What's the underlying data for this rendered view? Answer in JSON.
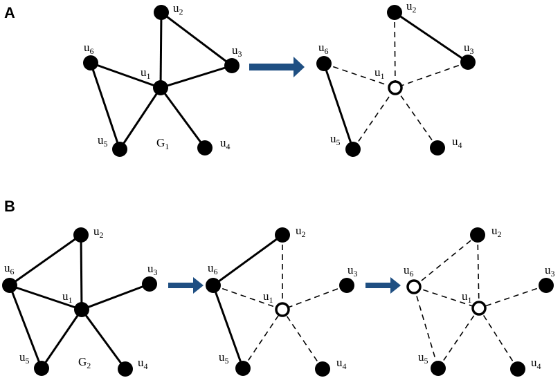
{
  "panels": [
    {
      "label": "A",
      "graphs": [
        {
          "name": "G",
          "name_sub": "1",
          "nodes": [
            {
              "id": "u2",
              "text": "u",
              "sub": "2",
              "state": "filled"
            },
            {
              "id": "u3",
              "text": "u",
              "sub": "3",
              "state": "filled"
            },
            {
              "id": "u6",
              "text": "u",
              "sub": "6",
              "state": "filled"
            },
            {
              "id": "u1",
              "text": "u",
              "sub": "1",
              "state": "filled"
            },
            {
              "id": "u5",
              "text": "u",
              "sub": "5",
              "state": "filled"
            },
            {
              "id": "u4",
              "text": "u",
              "sub": "4",
              "state": "filled"
            }
          ],
          "edges": [
            {
              "from": "u2",
              "to": "u3",
              "style": "solid"
            },
            {
              "from": "u2",
              "to": "u1",
              "style": "solid"
            },
            {
              "from": "u3",
              "to": "u1",
              "style": "solid"
            },
            {
              "from": "u6",
              "to": "u1",
              "style": "solid"
            },
            {
              "from": "u6",
              "to": "u5",
              "style": "solid"
            },
            {
              "from": "u5",
              "to": "u1",
              "style": "solid"
            },
            {
              "from": "u4",
              "to": "u1",
              "style": "solid"
            }
          ]
        },
        {
          "name": "",
          "name_sub": "",
          "nodes": [
            {
              "id": "u2",
              "text": "u",
              "sub": "2",
              "state": "filled"
            },
            {
              "id": "u3",
              "text": "u",
              "sub": "3",
              "state": "filled"
            },
            {
              "id": "u6",
              "text": "u",
              "sub": "6",
              "state": "filled"
            },
            {
              "id": "u1",
              "text": "u",
              "sub": "1",
              "state": "open"
            },
            {
              "id": "u5",
              "text": "u",
              "sub": "5",
              "state": "filled"
            },
            {
              "id": "u4",
              "text": "u",
              "sub": "4",
              "state": "filled"
            }
          ],
          "edges": [
            {
              "from": "u2",
              "to": "u3",
              "style": "solid"
            },
            {
              "from": "u2",
              "to": "u1",
              "style": "dashed"
            },
            {
              "from": "u3",
              "to": "u1",
              "style": "dashed"
            },
            {
              "from": "u6",
              "to": "u1",
              "style": "dashed"
            },
            {
              "from": "u6",
              "to": "u5",
              "style": "solid"
            },
            {
              "from": "u5",
              "to": "u1",
              "style": "dashed"
            },
            {
              "from": "u4",
              "to": "u1",
              "style": "dashed"
            }
          ]
        }
      ]
    },
    {
      "label": "B",
      "graphs": [
        {
          "name": "G",
          "name_sub": "2",
          "nodes": [
            {
              "id": "u2",
              "text": "u",
              "sub": "2",
              "state": "filled"
            },
            {
              "id": "u3",
              "text": "u",
              "sub": "3",
              "state": "filled"
            },
            {
              "id": "u6",
              "text": "u",
              "sub": "6",
              "state": "filled"
            },
            {
              "id": "u1",
              "text": "u",
              "sub": "1",
              "state": "filled"
            },
            {
              "id": "u5",
              "text": "u",
              "sub": "5",
              "state": "filled"
            },
            {
              "id": "u4",
              "text": "u",
              "sub": "4",
              "state": "filled"
            }
          ],
          "edges": [
            {
              "from": "u6",
              "to": "u2",
              "style": "solid"
            },
            {
              "from": "u2",
              "to": "u1",
              "style": "solid"
            },
            {
              "from": "u6",
              "to": "u1",
              "style": "solid"
            },
            {
              "from": "u3",
              "to": "u1",
              "style": "solid"
            },
            {
              "from": "u6",
              "to": "u5",
              "style": "solid"
            },
            {
              "from": "u5",
              "to": "u1",
              "style": "solid"
            },
            {
              "from": "u4",
              "to": "u1",
              "style": "solid"
            }
          ]
        },
        {
          "name": "",
          "name_sub": "",
          "nodes": [
            {
              "id": "u2",
              "text": "u",
              "sub": "2",
              "state": "filled"
            },
            {
              "id": "u3",
              "text": "u",
              "sub": "3",
              "state": "filled"
            },
            {
              "id": "u6",
              "text": "u",
              "sub": "6",
              "state": "filled"
            },
            {
              "id": "u1",
              "text": "u",
              "sub": "1",
              "state": "open"
            },
            {
              "id": "u5",
              "text": "u",
              "sub": "5",
              "state": "filled"
            },
            {
              "id": "u4",
              "text": "u",
              "sub": "4",
              "state": "filled"
            }
          ],
          "edges": [
            {
              "from": "u6",
              "to": "u2",
              "style": "solid"
            },
            {
              "from": "u2",
              "to": "u1",
              "style": "dashed"
            },
            {
              "from": "u6",
              "to": "u1",
              "style": "dashed"
            },
            {
              "from": "u3",
              "to": "u1",
              "style": "dashed"
            },
            {
              "from": "u6",
              "to": "u5",
              "style": "solid"
            },
            {
              "from": "u5",
              "to": "u1",
              "style": "dashed"
            },
            {
              "from": "u4",
              "to": "u1",
              "style": "dashed"
            }
          ]
        },
        {
          "name": "",
          "name_sub": "",
          "nodes": [
            {
              "id": "u2",
              "text": "u",
              "sub": "2",
              "state": "filled"
            },
            {
              "id": "u3",
              "text": "u",
              "sub": "3",
              "state": "filled"
            },
            {
              "id": "u6",
              "text": "u",
              "sub": "6",
              "state": "open"
            },
            {
              "id": "u1",
              "text": "u",
              "sub": "1",
              "state": "open"
            },
            {
              "id": "u5",
              "text": "u",
              "sub": "5",
              "state": "filled"
            },
            {
              "id": "u4",
              "text": "u",
              "sub": "4",
              "state": "filled"
            }
          ],
          "edges": [
            {
              "from": "u6",
              "to": "u2",
              "style": "dashed"
            },
            {
              "from": "u2",
              "to": "u1",
              "style": "dashed"
            },
            {
              "from": "u6",
              "to": "u1",
              "style": "dashed"
            },
            {
              "from": "u3",
              "to": "u1",
              "style": "dashed"
            },
            {
              "from": "u6",
              "to": "u5",
              "style": "dashed"
            },
            {
              "from": "u5",
              "to": "u1",
              "style": "dashed"
            },
            {
              "from": "u4",
              "to": "u1",
              "style": "dashed"
            }
          ]
        }
      ]
    }
  ],
  "colors": {
    "arrow": "#1f4f82",
    "node": "#000000",
    "background": "#ffffff"
  }
}
